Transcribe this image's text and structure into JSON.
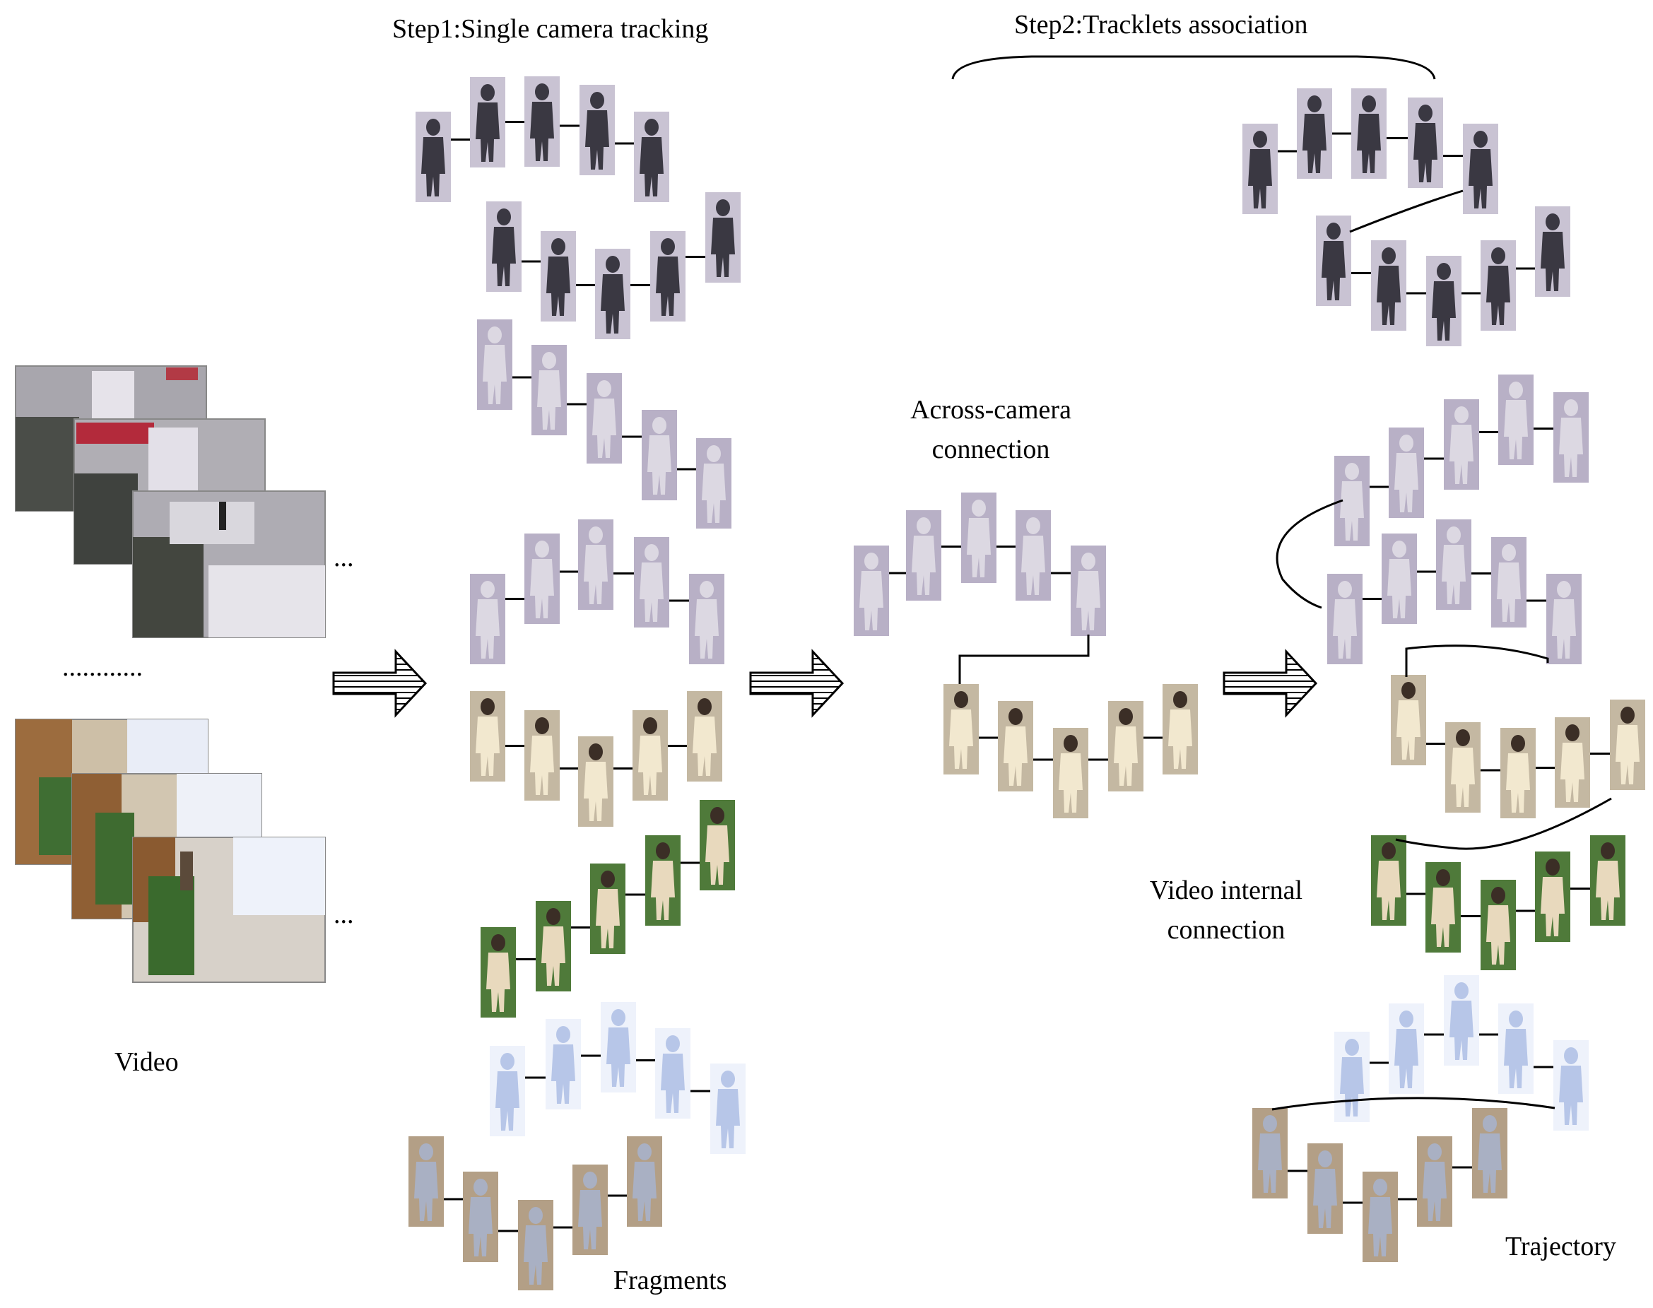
{
  "labels": {
    "step1": "Step1:Single camera tracking",
    "step2": "Step2:Tracklets association",
    "across_camera_1": "Across-camera",
    "across_camera_2": "connection",
    "video_internal_1": "Video internal",
    "video_internal_2": "connection",
    "video": "Video",
    "fragments": "Fragments",
    "trajectory": "Trajectory",
    "ellipsis_1": "...",
    "ellipsis_2": "...",
    "dots": "............"
  },
  "colors": {
    "dark_person": "#3a3842",
    "dark_bg": "#c9c3d3",
    "light_person": "#dcd8e2",
    "light_bg": "#b8b0c6",
    "cream_person": "#f2e8cf",
    "cream_bg": "#c4b8a2",
    "plant_bg": "#4f7a3a",
    "plant_person": "#e8d9bd",
    "blue_person": "#b7c6e8",
    "blue_bg": "#eef2fb",
    "grey_person": "#a9b0c3",
    "grey_bg": "#b39f86",
    "street": "#a8a6ad",
    "lobby": "#cdbfa7"
  },
  "icons": {
    "arrow": "hatched-right-arrow-icon",
    "brace": "curly-brace-icon"
  }
}
